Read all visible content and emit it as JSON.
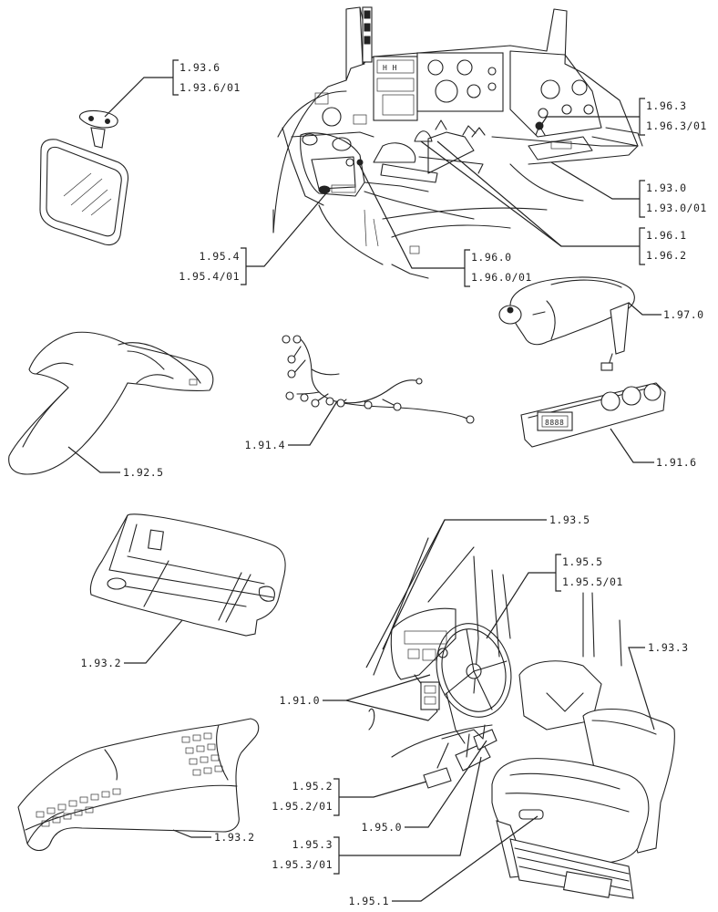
{
  "labels": {
    "l1936": "1.93.6",
    "l1936_01": "1.93.6/01",
    "l1963": "1.96.3",
    "l1963_01": "1.96.3/01",
    "l1930": "1.93.0",
    "l1930_01": "1.93.0/01",
    "l1961": "1.96.1",
    "l1962": "1.96.2",
    "l1954": "1.95.4",
    "l1954_01": "1.95.4/01",
    "l1960": "1.96.0",
    "l1960_01": "1.96.0/01",
    "l1970": "1.97.0",
    "l1914": "1.91.4",
    "l1925": "1.92.5",
    "l1916": "1.91.6",
    "l1935": "1.93.5",
    "l1955": "1.95.5",
    "l1955_01": "1.95.5/01",
    "l1932a": "1.93.2",
    "l1933": "1.93.3",
    "l1910": "1.91.0",
    "l1952": "1.95.2",
    "l1952_01": "1.95.2/01",
    "l1950": "1.95.0",
    "l1953": "1.95.3",
    "l1953_01": "1.95.3/01",
    "l1932b": "1.93.2",
    "l1951": "1.95.1"
  }
}
